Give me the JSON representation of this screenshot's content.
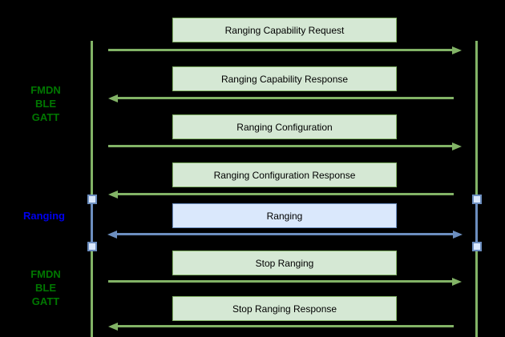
{
  "diagram": {
    "type": "sequence-diagram",
    "background_color": "#000000"
  },
  "colors": {
    "green_box_fill": "#d5e8d4",
    "green_stroke": "#82b366",
    "blue_box_fill": "#dae8fc",
    "blue_stroke": "#6c8ebf",
    "section_label_green": "#007700",
    "section_label_blue": "#0000ee",
    "message_text": "#000000"
  },
  "sections": [
    {
      "id": "fmdn-ble-gatt-top",
      "lines": [
        "FMDN",
        "BLE",
        "GATT"
      ],
      "color": "green"
    },
    {
      "id": "ranging",
      "lines": [
        "Ranging"
      ],
      "color": "blue"
    },
    {
      "id": "fmdn-ble-gatt-bottom",
      "lines": [
        "FMDN",
        "BLE",
        "GATT"
      ],
      "color": "green"
    }
  ],
  "messages": [
    {
      "label": "Ranging Capability Request",
      "direction": "right",
      "style": "green"
    },
    {
      "label": "Ranging Capability Response",
      "direction": "left",
      "style": "green"
    },
    {
      "label": "Ranging Configuration",
      "direction": "right",
      "style": "green"
    },
    {
      "label": "Ranging Configuration Response",
      "direction": "left",
      "style": "green"
    },
    {
      "label": "Ranging",
      "direction": "both",
      "style": "blue"
    },
    {
      "label": "Stop Ranging",
      "direction": "right",
      "style": "green"
    },
    {
      "label": "Stop Ranging Response",
      "direction": "left",
      "style": "green"
    }
  ]
}
